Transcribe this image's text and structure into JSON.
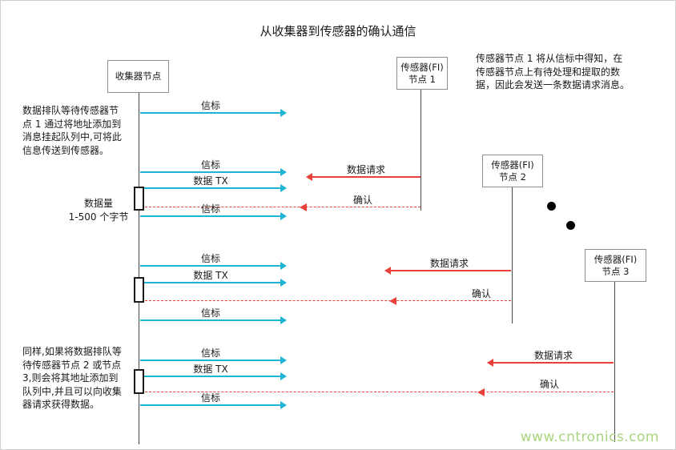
{
  "title": "从收集器到传感器的确认通信",
  "colors": {
    "beacon": "#1fb3d4",
    "request": "#e8413a",
    "lifeline": "#4a4a4a",
    "watermark": "#a9d57e"
  },
  "nodes": {
    "collector": {
      "label": "收集器节点"
    },
    "sensor1": {
      "line1": "传感器(FI)",
      "line2": "节点 1"
    },
    "sensor2": {
      "line1": "传感器(FI)",
      "line2": "节点 2"
    },
    "sensor3": {
      "line1": "传感器(FI)",
      "line2": "节点 3"
    }
  },
  "labels": {
    "beacon": "信标",
    "data_tx": "数据 TX",
    "data_request": "数据请求",
    "ack": "确认"
  },
  "annotations": {
    "left_top": {
      "lines": [
        "数据排队等待传感器节",
        "点 1 通过将地址添加到",
        "消息挂起队列中,可将此",
        "信息传送到传感器。"
      ]
    },
    "data_size": {
      "lines": [
        "数据量",
        "1-500 个字节"
      ]
    },
    "left_bottom": {
      "lines": [
        "同样,如果将数据排队等",
        "待传感器节点 2 或节点",
        "3,则会将其地址添加到",
        "队列中,并且可以向收集",
        "器请求获得数据。"
      ]
    },
    "right_top": {
      "lines": [
        "传感器节点 1 将从信标中得知，在",
        "传感器节点上有待处理和提取的数",
        "据，因此会发送一条数据请求消息。"
      ]
    }
  },
  "watermark": "www.cntronics.com"
}
